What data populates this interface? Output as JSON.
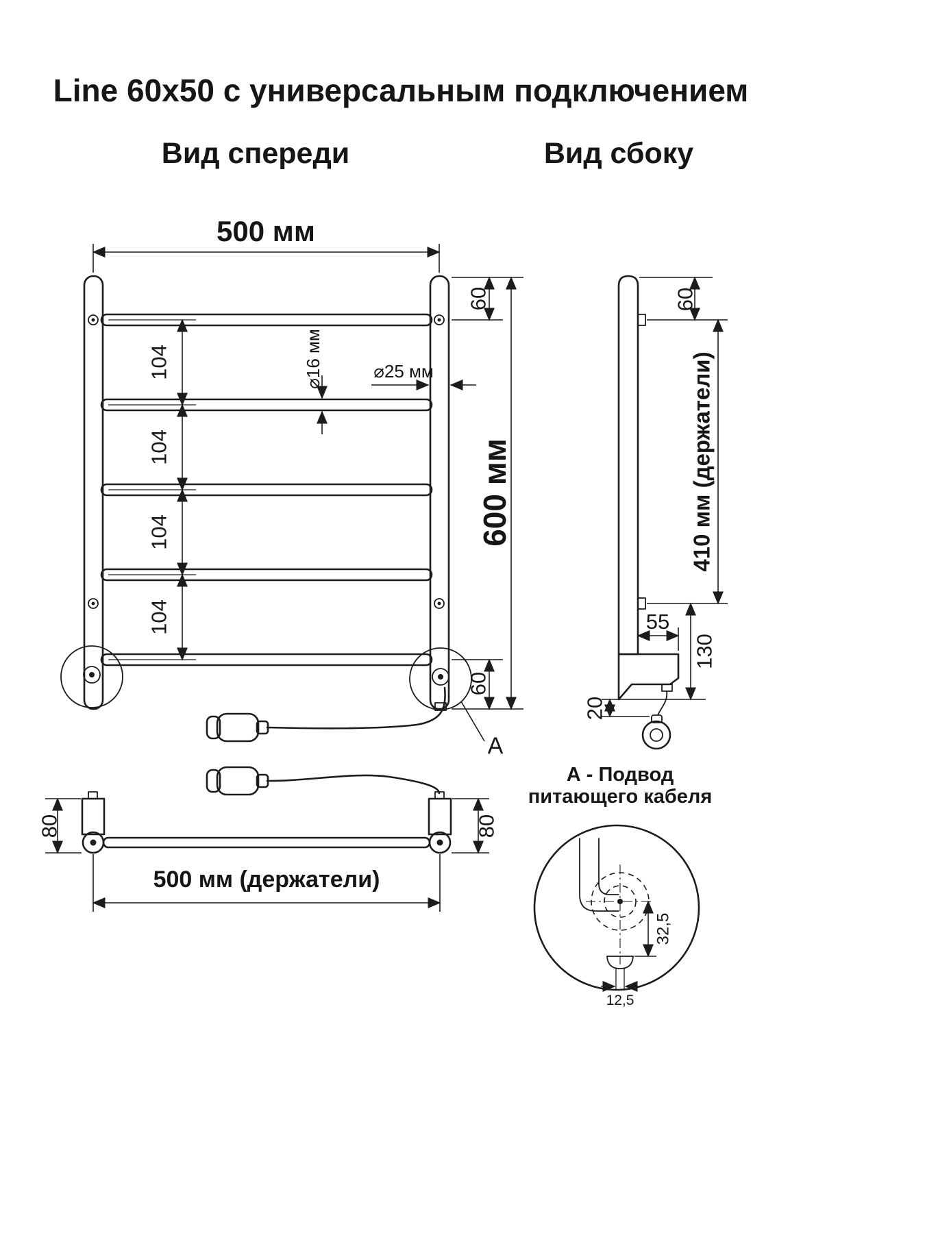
{
  "title": "Line 60x50 с универсальным подключением",
  "front_view": {
    "label": "Вид спереди",
    "width": "500 мм",
    "top_offset": "60",
    "rung_gaps": [
      "104",
      "104",
      "104",
      "104"
    ],
    "height": "600 мм",
    "tube_diameter": "⌀16 мм",
    "post_diameter": "⌀25 мм",
    "bottom_offset": "60",
    "detail_marker": "А",
    "holder_height_left": "80",
    "holder_height_right": "80",
    "holders_width": "500 мм (держатели)"
  },
  "side_view": {
    "label": "Вид сбоку",
    "top_offset": "60",
    "holders_span": "410 мм (держатели)",
    "bracket_depth": "55",
    "bottom_section": "130",
    "cable_offset": "20"
  },
  "detail_a": {
    "caption_line1": "А - Подвод",
    "caption_line2": "питающего кабеля",
    "center_offset": "32,5",
    "cable_offset": "12,5"
  }
}
